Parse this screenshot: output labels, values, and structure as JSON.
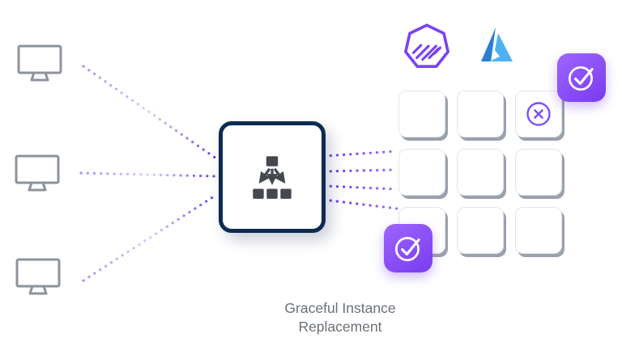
{
  "caption": {
    "line1": "Graceful Instance",
    "line2": "Replacement"
  },
  "colors": {
    "purple_accent": "#7c4dff",
    "badge_gradient_start": "#9d66ff",
    "badge_gradient_end": "#7a3bf0",
    "navy_border": "#0d2b52",
    "icon_dark": "#45494f",
    "monitor_gray": "#8d939b",
    "cell_shadow_gray": "#9aa1ab",
    "caption_gray": "#6b7177",
    "azure_blue_dark": "#2a7fd0",
    "azure_blue_light": "#4fb2f0"
  },
  "icons": {
    "clients": [
      "monitor-icon",
      "monitor-icon",
      "monitor-icon"
    ],
    "load_balancer": "load-balancer-icon",
    "logos": [
      "heptagon-speed-logo",
      "azure-logo"
    ],
    "status_new_instance": "check-circle-badge",
    "status_draining_instance": "x-circle-badge"
  },
  "grid": {
    "rows": 3,
    "cols": 3,
    "draining_cell": {
      "row": 1,
      "col": 3
    }
  }
}
